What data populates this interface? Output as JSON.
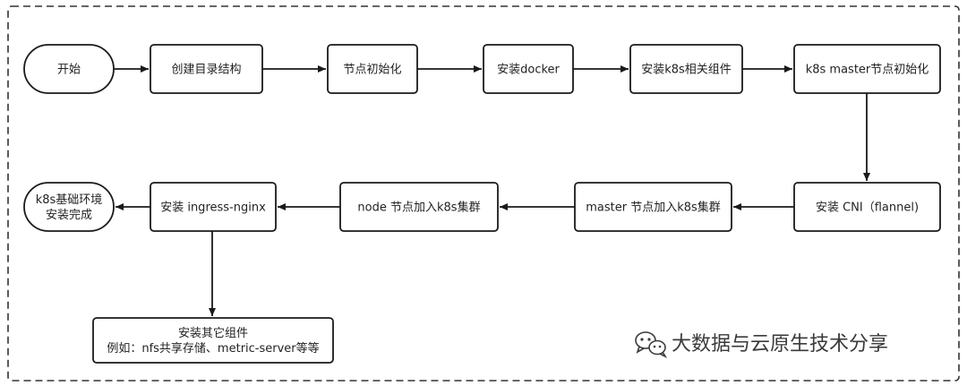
{
  "diagram": {
    "nodes": {
      "start": {
        "lines": [
          "开始"
        ]
      },
      "create_dir": {
        "lines": [
          "创建目录结构"
        ]
      },
      "node_init": {
        "lines": [
          "节点初始化"
        ]
      },
      "install_docker": {
        "lines": [
          "安装docker"
        ]
      },
      "install_k8s_components": {
        "lines": [
          "安装k8s相关组件"
        ]
      },
      "master_init": {
        "lines": [
          "k8s master节点初始化"
        ]
      },
      "install_cni": {
        "lines": [
          "安装 CNI（flannel)"
        ]
      },
      "master_join": {
        "lines": [
          "master 节点加入k8s集群"
        ]
      },
      "node_join": {
        "lines": [
          "node 节点加入k8s集群"
        ]
      },
      "install_ingress": {
        "lines": [
          "安装 ingress-nginx"
        ]
      },
      "done": {
        "lines": [
          "k8s基础环境",
          "安装完成"
        ]
      },
      "install_other": {
        "lines": [
          "安装其它组件",
          "例如：nfs共享存储、metric-server等等"
        ]
      }
    },
    "edges": [
      [
        "start",
        "create_dir"
      ],
      [
        "create_dir",
        "node_init"
      ],
      [
        "node_init",
        "install_docker"
      ],
      [
        "install_docker",
        "install_k8s_components"
      ],
      [
        "install_k8s_components",
        "master_init"
      ],
      [
        "master_init",
        "install_cni"
      ],
      [
        "install_cni",
        "master_join"
      ],
      [
        "master_join",
        "node_join"
      ],
      [
        "node_join",
        "install_ingress"
      ],
      [
        "install_ingress",
        "done"
      ],
      [
        "install_ingress",
        "install_other"
      ]
    ]
  },
  "watermark": {
    "text": "大数据与云原生技术分享",
    "icon": "wechat-icon"
  },
  "colors": {
    "stroke": "#1a1a1a",
    "text": "#222222",
    "frame": "#333333",
    "watermark": "#3a3a3a"
  }
}
